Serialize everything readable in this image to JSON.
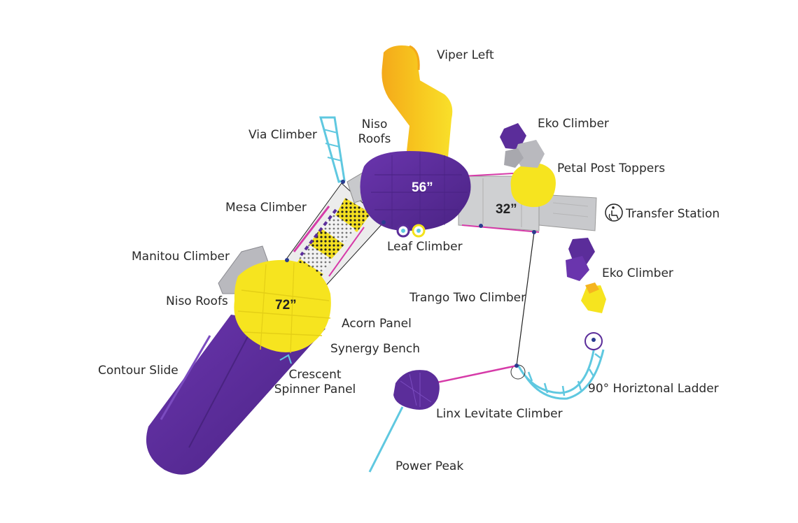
{
  "labels": {
    "viper_left": "Viper Left",
    "niso_roofs_top_line1": "Niso",
    "niso_roofs_top_line2": "Roofs",
    "via_climber": "Via Climber",
    "eko_climber_top": "Eko Climber",
    "petal_post_toppers": "Petal Post Toppers",
    "transfer_station": "Transfer Station",
    "mesa_climber": "Mesa Climber",
    "leaf_climber": "Leaf Climber",
    "manitou_climber": "Manitou Climber",
    "eko_climber_right": "Eko Climber",
    "niso_roofs_left": "Niso Roofs",
    "trango_two_climber": "Trango Two Climber",
    "acorn_panel": "Acorn Panel",
    "synergy_bench": "Synergy Bench",
    "contour_slide": "Contour Slide",
    "crescent_line1": "Crescent",
    "crescent_line2": "Spinner Panel",
    "horizontal_ladder": "90° Horiztonal Ladder",
    "linx_levitate_climber": "Linx Levitate Climber",
    "power_peak": "Power Peak"
  },
  "deck_heights": {
    "deck_56": "56”",
    "deck_32": "32”",
    "deck_72": "72”"
  },
  "icons": {
    "transfer_station": "wheelchair-transfer-icon"
  },
  "colors": {
    "purple": "#5b2d9a",
    "yellow": "#f3e21a",
    "orange_yellow": "#f5b51f",
    "cyan": "#5fc8e0",
    "magenta": "#d63aa8",
    "gray_deck": "#c9cacc",
    "gray_boulder": "#b9b9be"
  }
}
